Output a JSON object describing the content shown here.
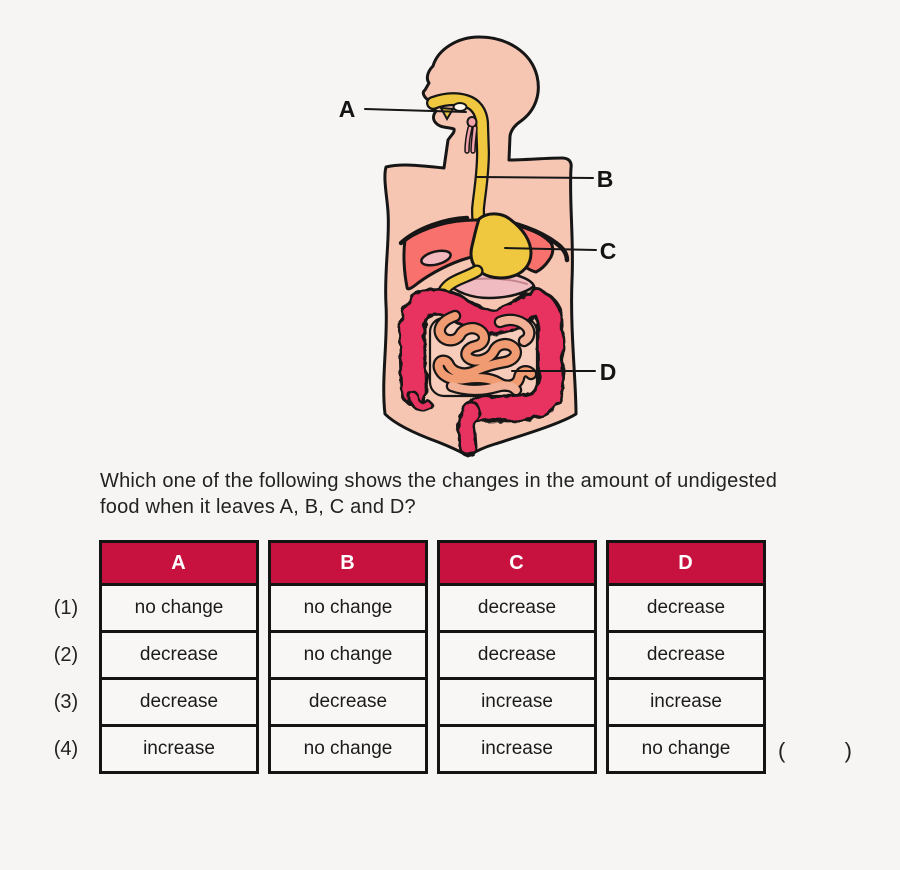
{
  "diagram": {
    "title": "human-digestive-system",
    "labels": [
      {
        "text": "A",
        "points_to": "mouth"
      },
      {
        "text": "B",
        "points_to": "oesophagus"
      },
      {
        "text": "C",
        "points_to": "stomach"
      },
      {
        "text": "D",
        "points_to": "small-intestine"
      }
    ],
    "colors": {
      "skin": "#F6C6B3",
      "outline": "#161616",
      "canal_yellow": "#EFC83F",
      "liver": "#F9716C",
      "gallbladder": "#F2B8BE",
      "pancreas": "#F0BCC2",
      "pancreas_line": "#C4848E",
      "large_intestine": "#E8305E",
      "small_intestine": "#F09B72",
      "small_intestine_alt": "#F2B096",
      "trachea": "#F2A3AB",
      "cavity": "#F7CCBA",
      "mouth_oval": "#FDF7EC"
    }
  },
  "question": {
    "line1": "Which one of the following shows the changes in the amount of undigested",
    "line2": "food when it leaves A, B, C and D?"
  },
  "options_table": {
    "header_bg": "#C7113E",
    "header_text_color": "#FFFFFF",
    "headers": [
      "A",
      "B",
      "C",
      "D"
    ],
    "rows": [
      {
        "label": "(1)",
        "cells": [
          "no change",
          "no change",
          "decrease",
          "decrease"
        ]
      },
      {
        "label": "(2)",
        "cells": [
          "decrease",
          "no change",
          "decrease",
          "decrease"
        ]
      },
      {
        "label": "(3)",
        "cells": [
          "decrease",
          "decrease",
          "increase",
          "increase"
        ]
      },
      {
        "label": "(4)",
        "cells": [
          "increase",
          "no change",
          "increase",
          "no change"
        ]
      }
    ]
  },
  "answer": {
    "bracket_open": "(",
    "bracket_close": ")"
  }
}
